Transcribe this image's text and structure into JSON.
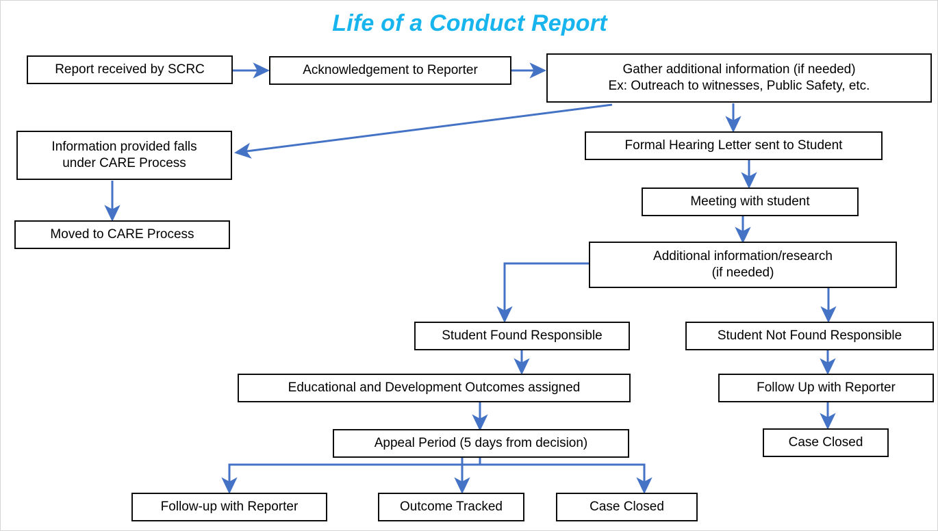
{
  "title": "Life of a Conduct Report",
  "theme": {
    "title_color": "#17b4ee",
    "arrow_color": "#4472C4",
    "box_border_color": "#0d0d0d",
    "background": "#ffffff",
    "text_color": "#000000"
  },
  "nodes": {
    "report_received": "Report received by SCRC",
    "acknowledgement": "Acknowledgement to Reporter",
    "gather_line1": "Gather additional information (if needed)",
    "gather_line2": "Ex: Outreach to witnesses, Public Safety, etc.",
    "care_line1": "Information provided falls",
    "care_line2": "under CARE Process",
    "moved_care": "Moved to CARE Process",
    "formal_hearing": "Formal Hearing Letter sent to Student",
    "meeting_student": "Meeting with student",
    "additional_line1": "Additional information/research",
    "additional_line2": "(if needed)",
    "found_responsible": "Student Found Responsible",
    "not_found_responsible": "Student Not Found Responsible",
    "outcomes_assigned": "Educational and Development Outcomes assigned",
    "follow_up_reporter_right": "Follow Up with Reporter",
    "case_closed_right": "Case Closed",
    "appeal_period": "Appeal Period (5 days from decision)",
    "follow_up_reporter_bottom": "Follow-up with Reporter",
    "outcome_tracked": "Outcome Tracked",
    "case_closed_bottom": "Case Closed"
  },
  "flow": {
    "edges": [
      {
        "from": "report_received",
        "to": "acknowledgement",
        "kind": "straight-right"
      },
      {
        "from": "acknowledgement",
        "to": "gather",
        "kind": "straight-right"
      },
      {
        "from": "gather",
        "to": "care_process",
        "kind": "diagonal-left"
      },
      {
        "from": "care_process",
        "to": "moved_care",
        "kind": "straight-down"
      },
      {
        "from": "gather",
        "to": "formal_hearing",
        "kind": "straight-down"
      },
      {
        "from": "formal_hearing",
        "to": "meeting_student",
        "kind": "straight-down"
      },
      {
        "from": "meeting_student",
        "to": "additional_research",
        "kind": "straight-down"
      },
      {
        "from": "additional_research",
        "to": "found_responsible",
        "kind": "elbow-left-down"
      },
      {
        "from": "additional_research",
        "to": "not_found_responsible",
        "kind": "straight-down"
      },
      {
        "from": "found_responsible",
        "to": "outcomes_assigned",
        "kind": "straight-down"
      },
      {
        "from": "outcomes_assigned",
        "to": "appeal_period",
        "kind": "straight-down"
      },
      {
        "from": "not_found_responsible",
        "to": "follow_up_reporter_right",
        "kind": "straight-down"
      },
      {
        "from": "follow_up_reporter_right",
        "to": "case_closed_right",
        "kind": "straight-down"
      },
      {
        "from": "appeal_period",
        "to": "follow_up_reporter_bottom",
        "kind": "split-down"
      },
      {
        "from": "appeal_period",
        "to": "outcome_tracked",
        "kind": "split-down"
      },
      {
        "from": "appeal_period",
        "to": "case_closed_bottom",
        "kind": "split-down"
      }
    ]
  }
}
